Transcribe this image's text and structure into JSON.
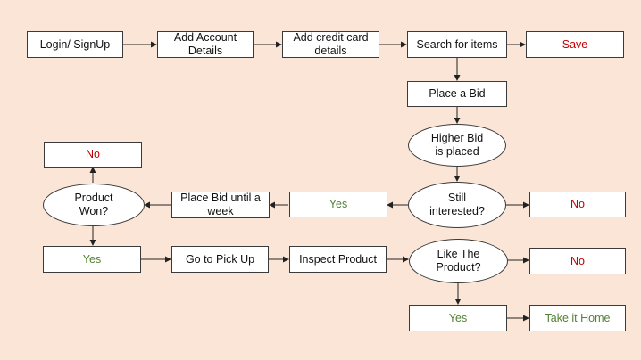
{
  "colors": {
    "background": "#fbe5d6",
    "node_fill": "#ffffff",
    "node_border": "#3a3a3a",
    "text": "#111111",
    "negative": "#c00000",
    "positive": "#548235"
  },
  "nodes": {
    "login": "Login/ SignUp",
    "account": "Add Account Details",
    "credit_card": "Add credit card details",
    "search": "Search for items",
    "save": "Save",
    "place_bid": "Place a Bid",
    "higher_bid": "Higher Bid is placed",
    "still_interested": "Still interested?",
    "no_interest": "No",
    "yes_interest": "Yes",
    "bid_week": "Place Bid until a week",
    "product_won": "Product Won?",
    "no_won": "No",
    "yes_won": "Yes",
    "pickup": "Go to Pick Up",
    "inspect": "Inspect Product",
    "like_product": "Like The Product?",
    "no_like": "No",
    "yes_like": "Yes",
    "take_home": "Take it Home"
  }
}
